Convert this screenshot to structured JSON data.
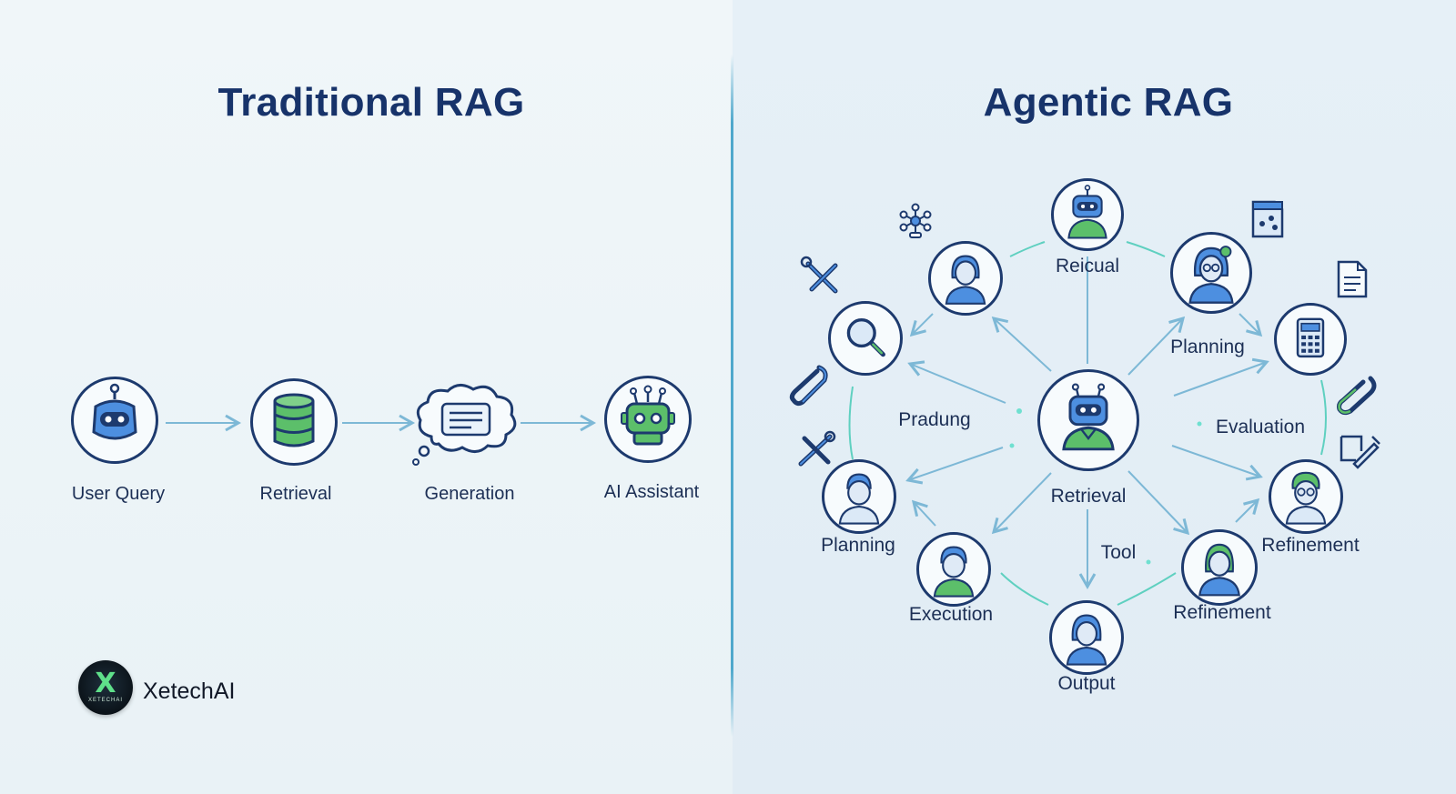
{
  "traditional": {
    "title": "Traditional RAG",
    "steps": [
      "User Query",
      "Retrieval",
      "Generation",
      "AI Assistant"
    ]
  },
  "agentic": {
    "title": "Agentic RAG",
    "hub_label": "Retrieval",
    "node_labels": {
      "top": "Reicual",
      "upper_right": "Planning",
      "lower_left": "Planning",
      "lower_left_2": "Execution",
      "bottom": "Output",
      "lower_right_2": "Refinement",
      "lower_right": "Refinement"
    },
    "arrow_labels": [
      "Pradung",
      "Evaluation",
      "Tool"
    ]
  },
  "brand": {
    "logo_mark": "X",
    "logo_text": "XETECHAI",
    "name": "XetechAI"
  },
  "colors": {
    "navy": "#1d3a6e",
    "title": "#17336a",
    "accent_blue": "#4d8fe0",
    "accent_green": "#5cbf6a",
    "arrow": "#7db8d6"
  },
  "icons": {
    "user_query": "robot-head-icon",
    "retrieval": "database-icon",
    "generation": "thought-bubble-icon",
    "ai_assistant": "robot-icon",
    "hub": "robot-agent-icon",
    "search": "magnifier-icon",
    "calculator": "calculator-icon"
  }
}
